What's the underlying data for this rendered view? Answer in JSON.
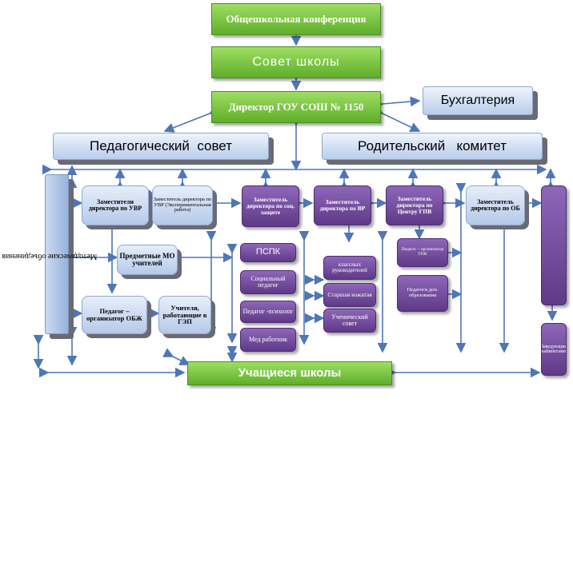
{
  "top": {
    "conference": "Общешкольная конференция",
    "council": "Совет школы",
    "director": "Директор ГОУ СОШ № 1150",
    "accounting": "Бухгалтерия"
  },
  "councils": {
    "pedagogical": "Педагогический  совет",
    "parents": "Родительский   комитет"
  },
  "left_column": {
    "side_label": "Методические объединения"
  },
  "deputies": {
    "uvr": "Заместители директора по УВР",
    "uvr_experimental": "Заместитель директора по УВР (Экспериментальная работа)",
    "social": "Заместитель директора по соц. защите",
    "vr": "Заместитель директора по ВР",
    "gpv": "Заместитель директора по Центру ГПВ",
    "ob": "Заместитель директора по ОБ"
  },
  "middle": {
    "subject_mo": "Предметные МО учителей",
    "obzh": "Педагог – организатор ОБЖ",
    "gep": "Учителя, работающие в ГЭП",
    "pspk": "ПСПК",
    "social_pedagog": "Социальный педагог",
    "psychologist": "Педагог -психолог",
    "medical": "Мед работник",
    "class_teachers": "классных руководителей",
    "senior_counselor": "Старшая вожатая",
    "student_council": "Ученический совет",
    "pedagog_org_gpv": "Педагог – организатор ГПВ",
    "pedagog_dop": "Педагоги доп. образования"
  },
  "right_column": {
    "side_label": "Заведующие кабинетами"
  },
  "students": "Учащиеся школы"
}
